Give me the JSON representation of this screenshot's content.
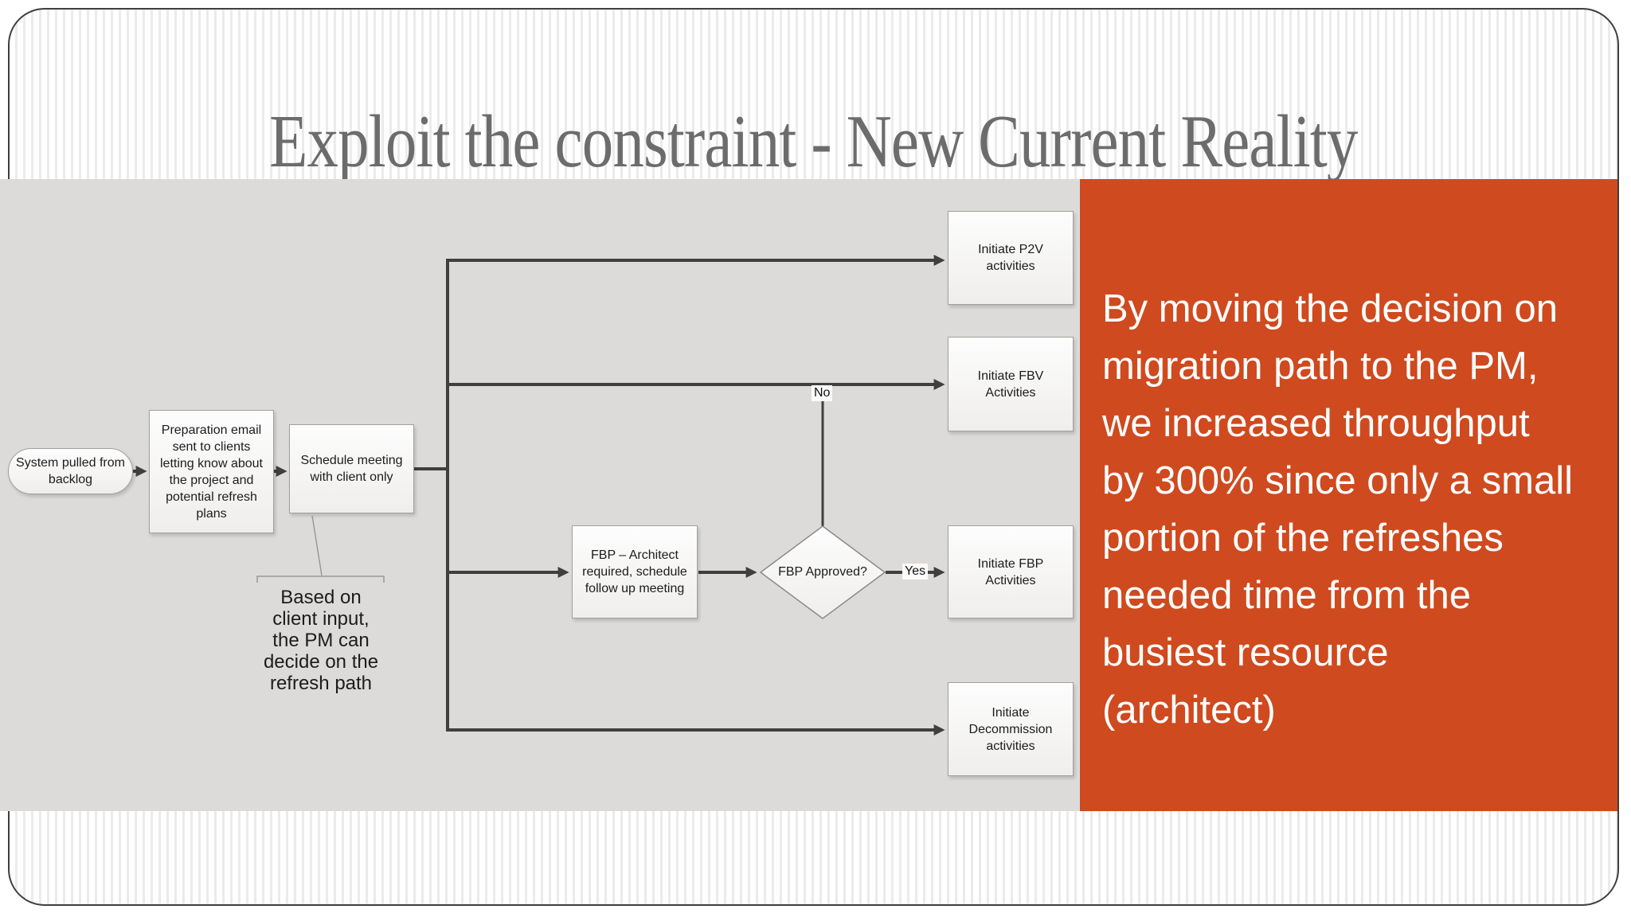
{
  "title": "Exploit the constraint - New Current Reality",
  "colors": {
    "accent_orange": "#cf4a1f",
    "canvas_gray": "#dcdbd9",
    "title_gray": "#6c6c6c",
    "connector_dark": "#3f3f3f"
  },
  "flowchart": {
    "start": {
      "lines": [
        "System pulled from",
        "backlog"
      ]
    },
    "prep_email": {
      "lines": [
        "Preparation email",
        "sent to clients",
        "letting know about",
        "the project and",
        "potential refresh",
        "plans"
      ]
    },
    "schedule_meeting": {
      "lines": [
        "Schedule meeting",
        "with client only"
      ]
    },
    "initiate_p2v": {
      "lines": [
        "Initiate P2V",
        "activities"
      ]
    },
    "initiate_fbv": {
      "lines": [
        "Initiate FBV",
        "Activities"
      ]
    },
    "fbp_architect": {
      "lines": [
        "FBP – Architect",
        "required, schedule",
        "follow up meeting"
      ]
    },
    "decision": {
      "label": "FBP Approved?"
    },
    "initiate_fbp": {
      "lines": [
        "Initiate FBP",
        "Activities"
      ]
    },
    "initiate_decommission": {
      "lines": [
        "Initiate",
        "Decommission",
        "activities"
      ]
    },
    "edge_labels": {
      "no": "No",
      "yes": "Yes"
    },
    "annotation": {
      "lines": [
        "Based on",
        "client input,",
        "the PM can",
        "decide on the",
        "refresh path"
      ]
    }
  },
  "sidebar": {
    "lines": [
      "By moving the decision on",
      "migration path to the PM,",
      "we increased throughput",
      "by 300% since only a small",
      "portion of the refreshes",
      "needed time from the",
      "busiest resource",
      "(architect)"
    ]
  }
}
